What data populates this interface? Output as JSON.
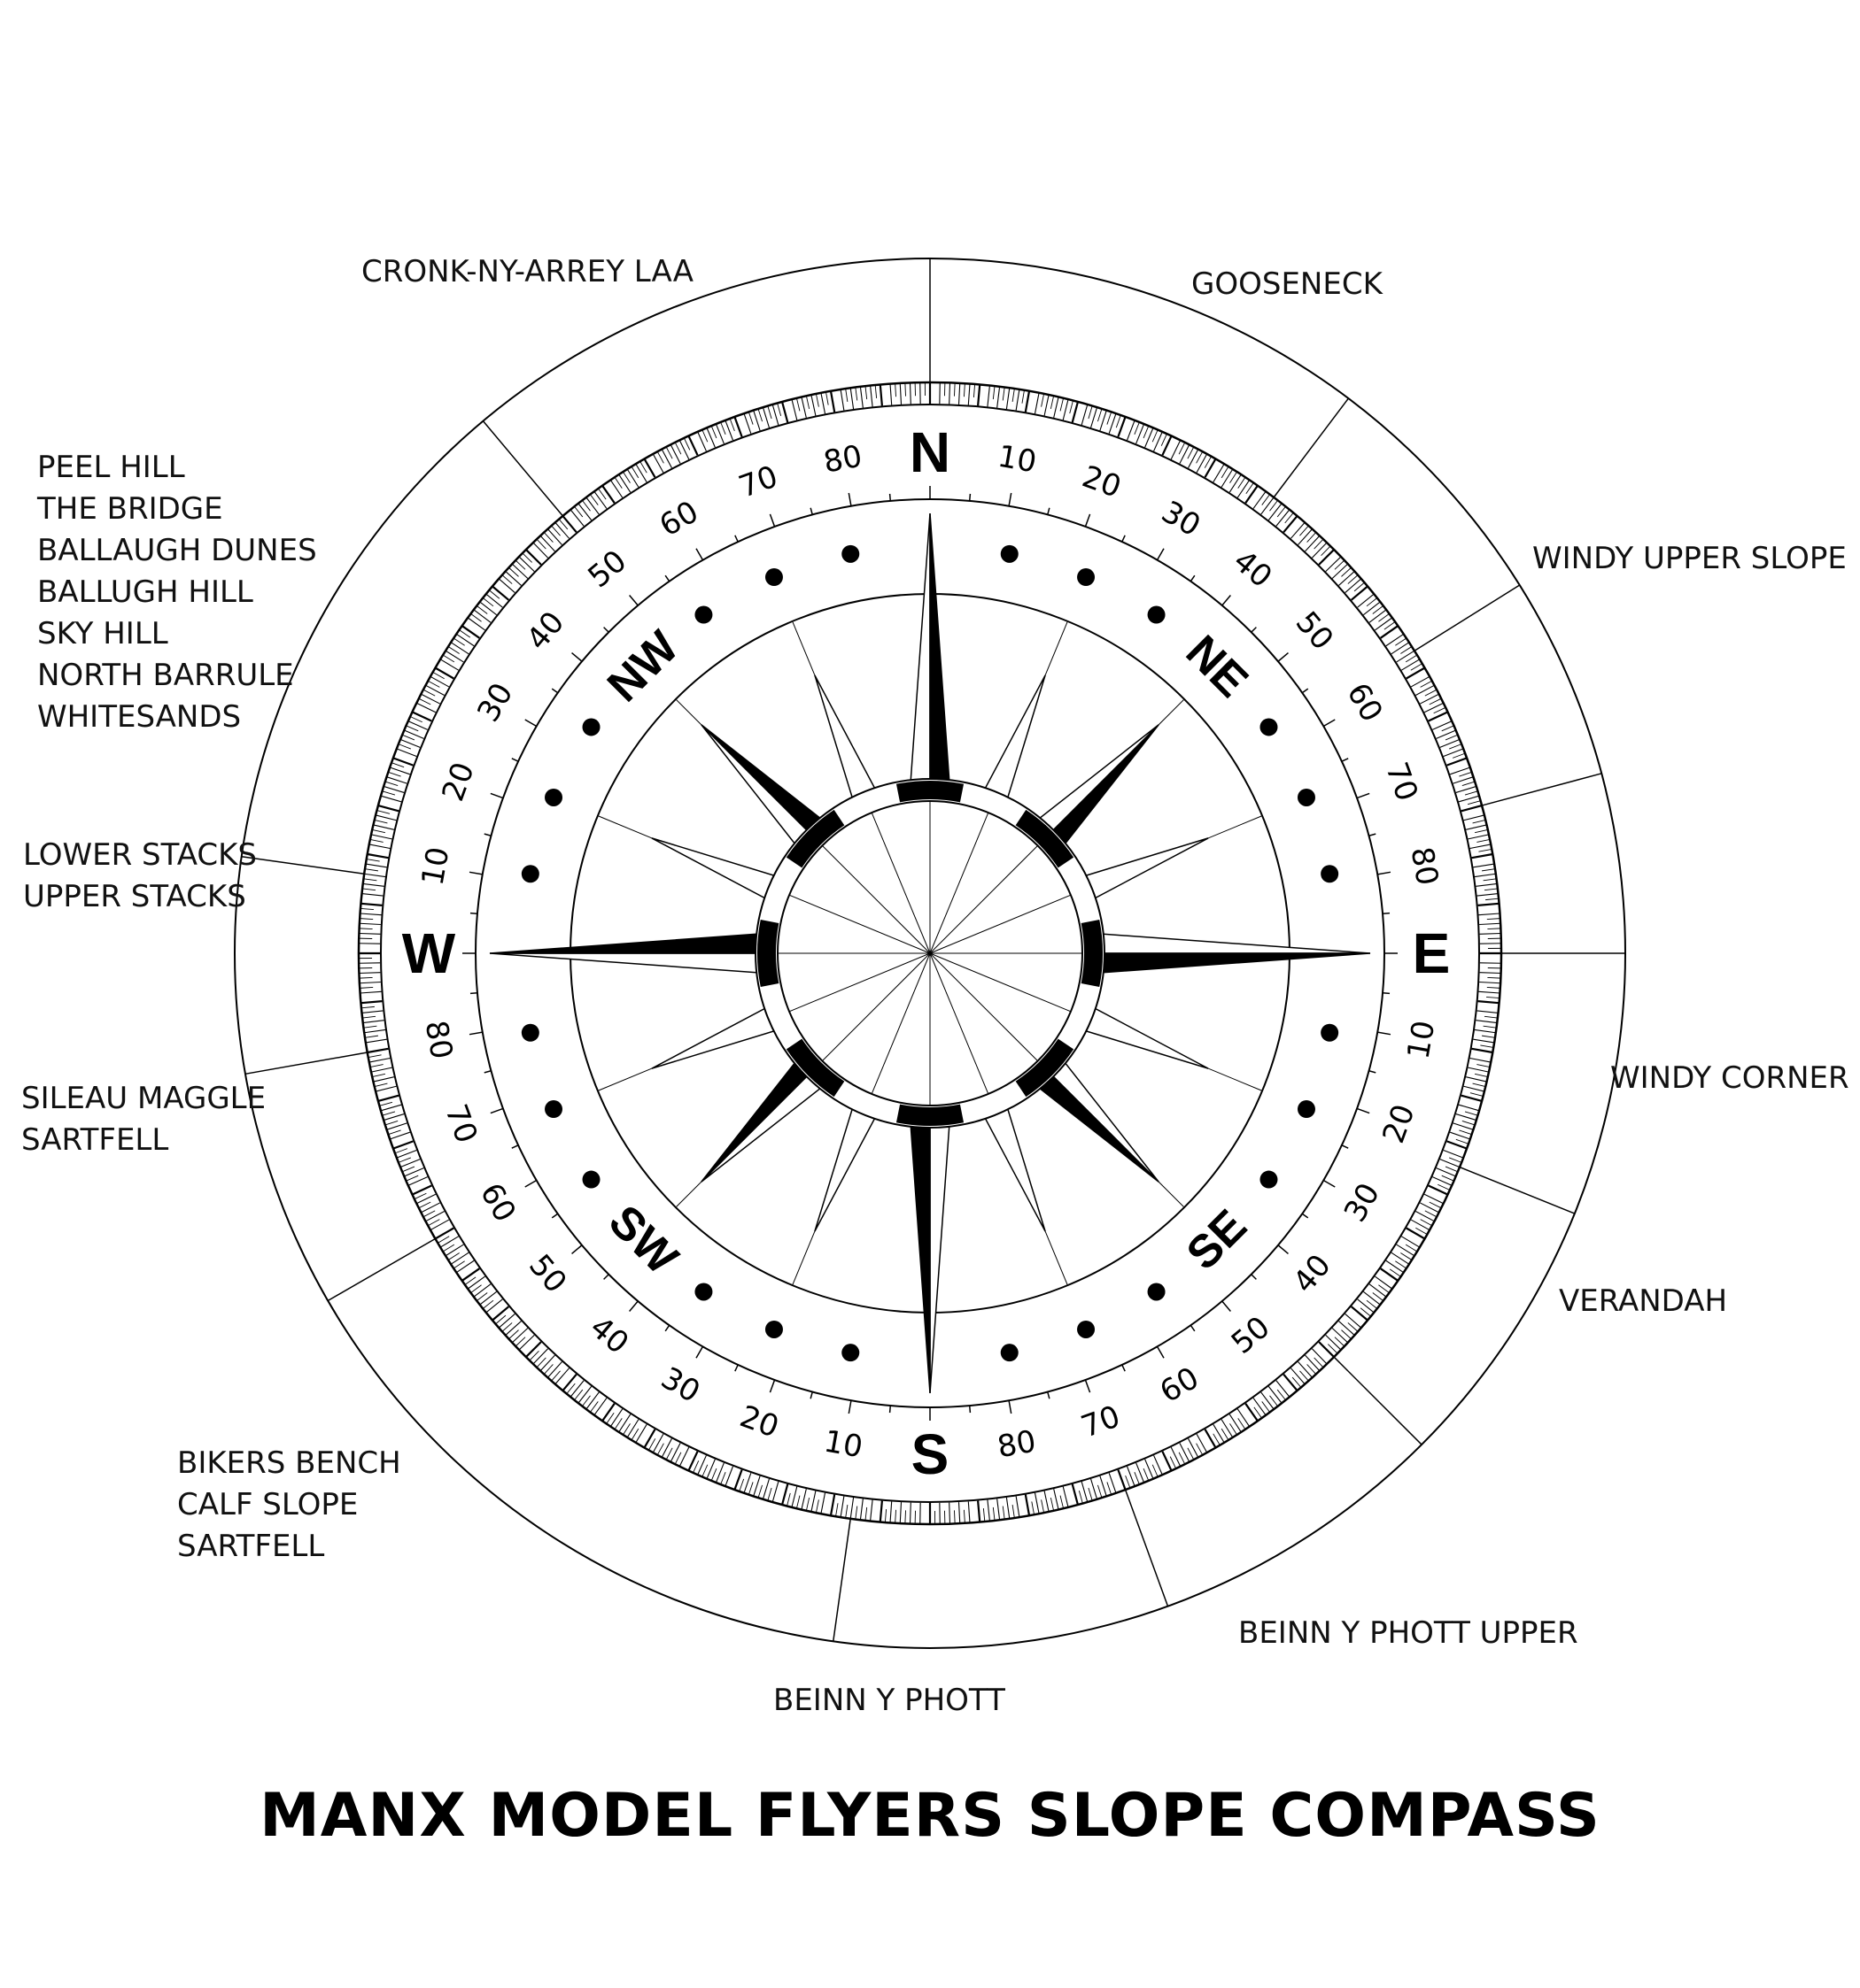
{
  "title": "MANX MODEL FLYERS SLOPE COMPASS",
  "cardinals": [
    "N",
    "E",
    "S",
    "W"
  ],
  "intercardinals": [
    "NE",
    "SE",
    "SW",
    "NW"
  ],
  "degree_labels": [
    "10",
    "20",
    "30",
    "40",
    "50",
    "60",
    "70",
    "80"
  ],
  "sites": {
    "cronk": [
      "CRONK-NY-ARREY LAA"
    ],
    "gooseneck": [
      "GOOSENECK"
    ],
    "windy_upper": [
      "WINDY UPPER SLOPE"
    ],
    "peel_group": [
      "PEEL HILL",
      "THE BRIDGE",
      "BALLAUGH DUNES",
      "BALLUGH HILL",
      "SKY HILL",
      "NORTH BARRULE",
      "WHITESANDS"
    ],
    "stacks": [
      "LOWER STACKS",
      "UPPER STACKS"
    ],
    "windy_corner": [
      "WINDY CORNER"
    ],
    "sileau": [
      "SILEAU MAGGLE",
      "SARTFELL"
    ],
    "verandah": [
      "VERANDAH"
    ],
    "bikers": [
      "BIKERS BENCH",
      "CALF SLOPE",
      "SARTFELL"
    ],
    "beinn_upper": [
      "BEINN Y PHOTT UPPER"
    ],
    "beinn": [
      "BEINN Y PHOTT"
    ]
  },
  "colors": {
    "ink": "#000000",
    "background": "#ffffff",
    "text": "#111111"
  }
}
